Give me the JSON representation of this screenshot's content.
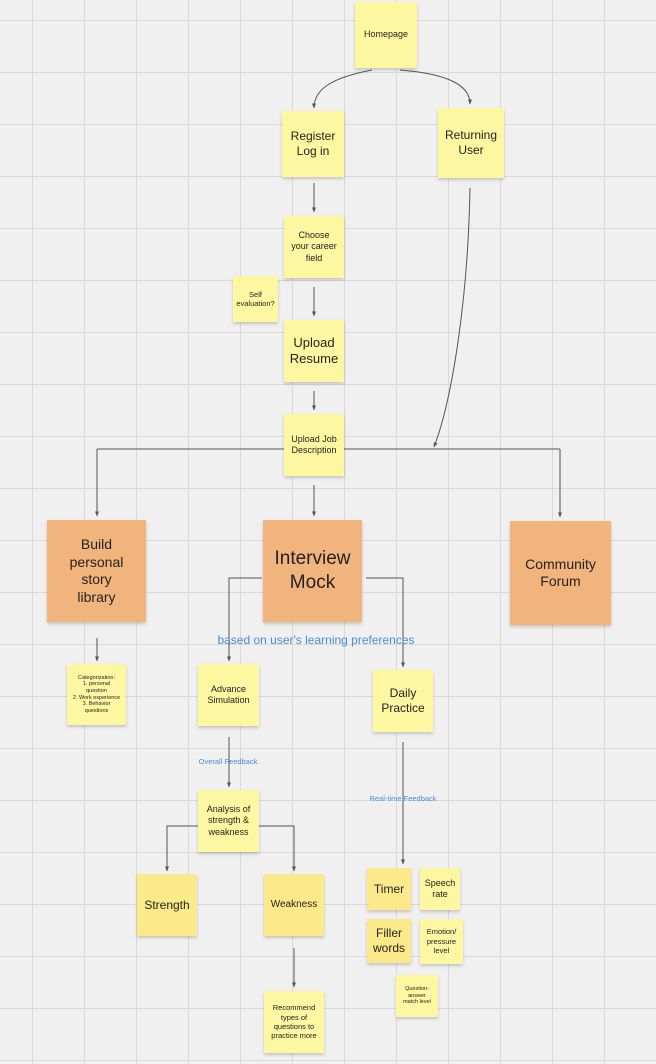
{
  "notes": {
    "homepage": "Homepage",
    "register": "Register\nLog in",
    "returning": "Returning\nUser",
    "career": "Choose\nyour career\nfield",
    "self_eval": "Self\nevaluation?",
    "resume": "Upload\nResume",
    "job": "Upload Job\nDescription",
    "story": "Build\npersonal\nstory\nlibrary",
    "mock": "Interview\nMock",
    "forum": "Community\nForum",
    "categorization": "Categorization:\n1. personal\nquestion\n2. Work experience\n3. Behavior\nquestions",
    "advance": "Advance\nSimulation",
    "daily": "Daily\nPractice",
    "analysis": "Analysis of\nstrength &\nweakness",
    "strength": "Strength",
    "weakness": "Weakness",
    "recommend": "Recommend\ntypes of\nquestions to\npractice more",
    "timer": "Timer",
    "speech": "Speech\nrate",
    "filler": "Filler\nwords",
    "emotion": "Emotion/\npressure\nlevel",
    "qa_match": "Question-\nanswer\nmatch level"
  },
  "labels": {
    "preferences": "based on user's learning preferences",
    "overall_feedback": "Overall Feedback",
    "realtime_feedback": "Real-time Feedback"
  },
  "colors": {
    "sticky_yellow": "#fef7a1",
    "sticky_orange": "#f2b47d",
    "label_blue": "#4a8bd8",
    "connector": "#555555"
  }
}
